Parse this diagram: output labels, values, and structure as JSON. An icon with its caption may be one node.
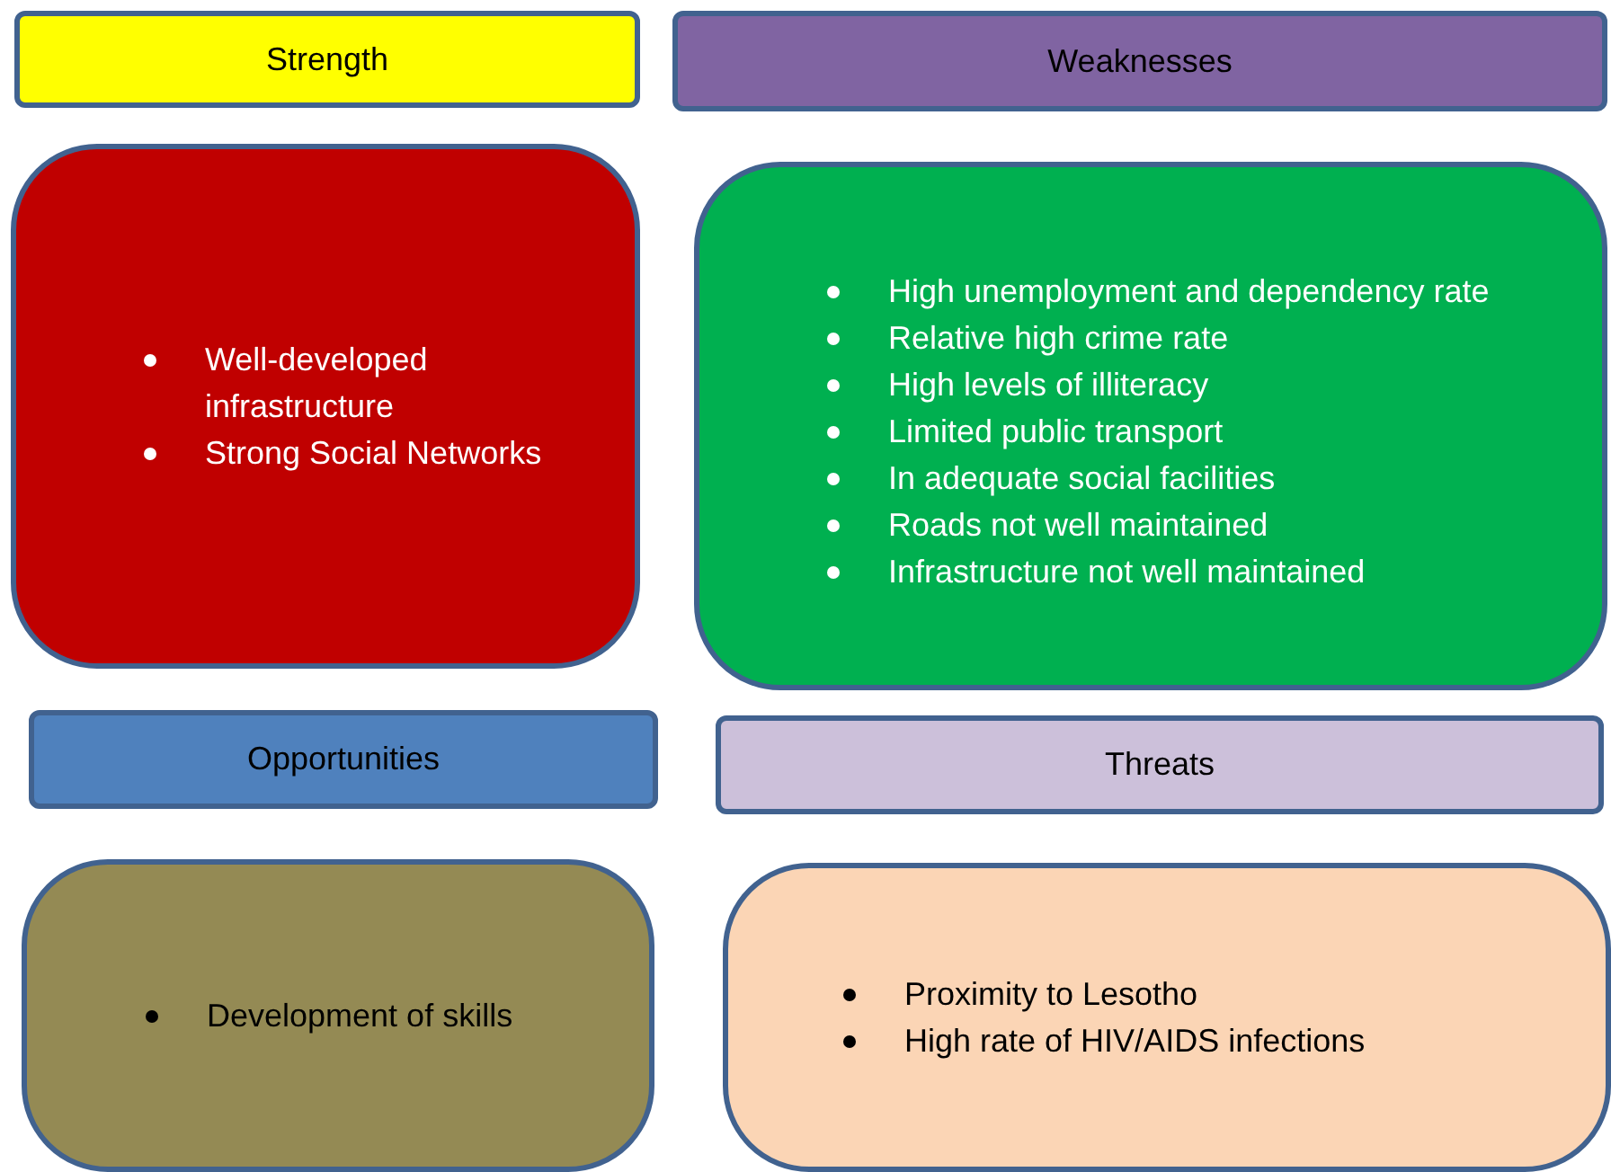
{
  "diagram": {
    "nodes": [
      {
        "text": [
          "Strength"
        ]
      },
      {
        "text": [
          "Weaknesses"
        ]
      },
      {
        "text": [
          "Well-developed infrastructure",
          "Strong Social Networks"
        ]
      },
      {
        "text": [
          "High unemployment and dependency rate",
          "Relative high crime rate",
          "High levels of illiteracy",
          "Limited public transport",
          "In adequate social facilities",
          "Roads not well maintained",
          "Infrastructure not well maintained"
        ]
      },
      {
        "text": [
          "Opportunities"
        ]
      },
      {
        "text": [
          "Threats"
        ]
      },
      {
        "text": [
          "Development of skills"
        ]
      },
      {
        "text": [
          "Proximity to Lesotho",
          "High rate of HIV/AIDS infections"
        ]
      }
    ]
  }
}
